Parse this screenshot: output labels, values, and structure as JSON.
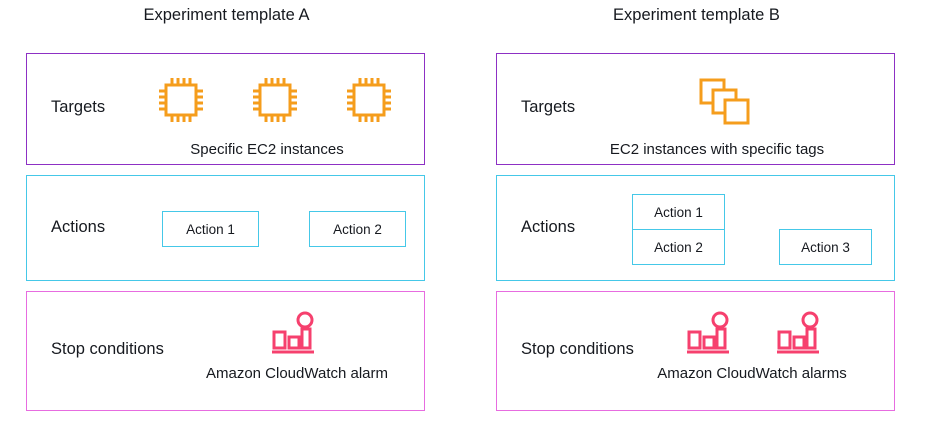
{
  "templates": [
    {
      "title": "Experiment template A",
      "targets": {
        "label": "Targets",
        "caption": "Specific EC2 instances",
        "icon": "ec2-chip-icon",
        "icon_count": 3,
        "icon_color": "#f59d1c"
      },
      "actions": {
        "label": "Actions",
        "items": [
          {
            "label": "Action 1"
          },
          {
            "label": "Action 2"
          }
        ],
        "box_border_color": "#45c8e8"
      },
      "stop_conditions": {
        "label": "Stop conditions",
        "caption": "Amazon CloudWatch alarm",
        "icon": "cloudwatch-alarm-icon",
        "icon_count": 1,
        "icon_color": "#f6406e"
      },
      "border_colors": {
        "targets": "#8d30c4",
        "actions": "#45c8e8",
        "stop_conditions": "#e76ce0"
      }
    },
    {
      "title": "Experiment template B",
      "targets": {
        "label": "Targets",
        "caption": "EC2 instances with specific tags",
        "icon": "stacked-squares-icon",
        "icon_count": 1,
        "icon_color": "#f59d1c"
      },
      "actions": {
        "label": "Actions",
        "items": [
          {
            "label": "Action 1"
          },
          {
            "label": "Action 2"
          },
          {
            "label": "Action 3"
          }
        ],
        "box_border_color": "#45c8e8"
      },
      "stop_conditions": {
        "label": "Stop conditions",
        "caption": "Amazon CloudWatch alarms",
        "icon": "cloudwatch-alarm-icon",
        "icon_count": 2,
        "icon_color": "#f6406e"
      },
      "border_colors": {
        "targets": "#8d30c4",
        "actions": "#45c8e8",
        "stop_conditions": "#e76ce0"
      }
    }
  ]
}
